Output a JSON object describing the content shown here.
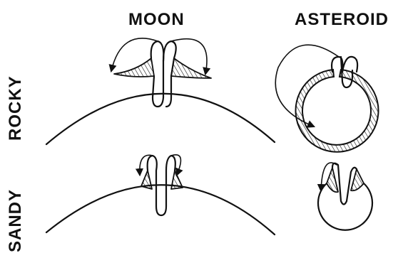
{
  "columns": {
    "moon": "MOON",
    "asteroid": "ASTEROID"
  },
  "rows": {
    "rocky": "ROCKY",
    "sandy": "SANDY"
  },
  "colors": {
    "ink": "#111111",
    "background": "#ffffff"
  }
}
